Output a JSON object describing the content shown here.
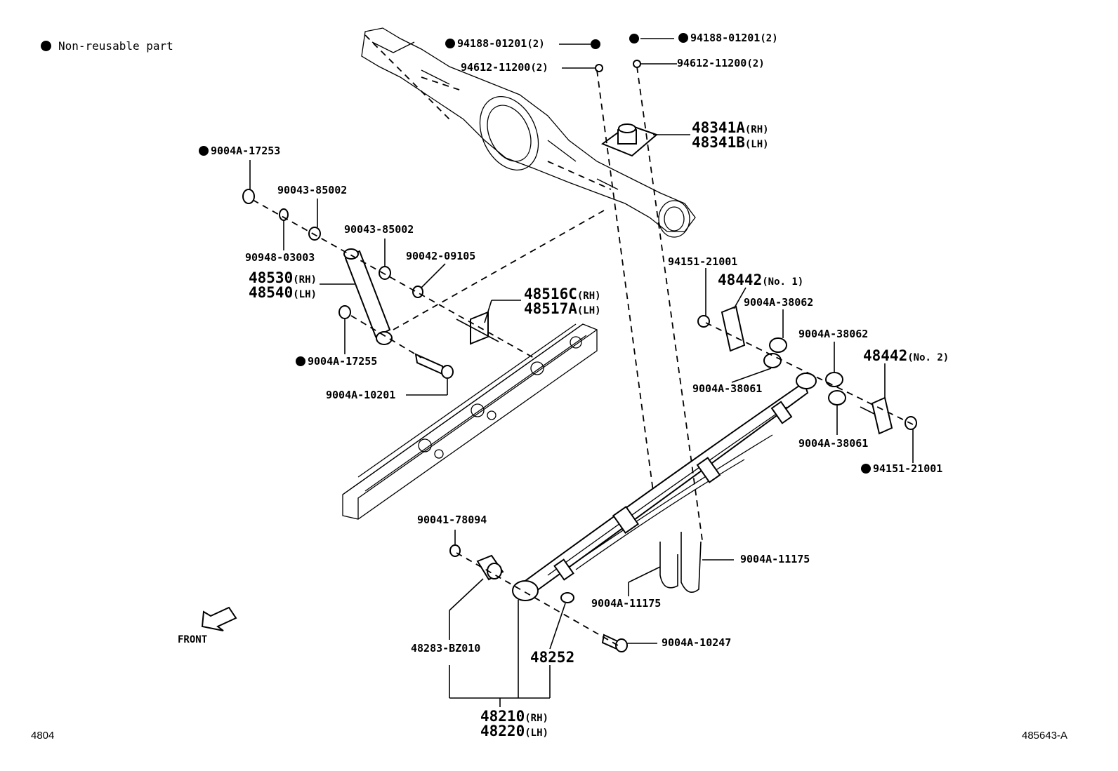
{
  "legend": {
    "text": "Non-reusable part",
    "symbol": "filled-circle"
  },
  "labels": [
    {
      "id": "l1",
      "part": "94188-01201",
      "suffix": "(2)",
      "nonreusable": true
    },
    {
      "id": "l2",
      "part": "94612-11200",
      "suffix": "(2)",
      "nonreusable": false
    },
    {
      "id": "l3",
      "part": "94188-01201",
      "suffix": "(2)",
      "nonreusable": true
    },
    {
      "id": "l4",
      "part": "94612-11200",
      "suffix": "(2)",
      "nonreusable": false
    },
    {
      "id": "l5",
      "part": "48341A",
      "suffix": "(RH)",
      "nonreusable": false
    },
    {
      "id": "l6",
      "part": "48341B",
      "suffix": "(LH)",
      "nonreusable": false
    },
    {
      "id": "l7",
      "part": "9004A-17253",
      "suffix": "",
      "nonreusable": true
    },
    {
      "id": "l8",
      "part": "90043-85002",
      "suffix": "",
      "nonreusable": false
    },
    {
      "id": "l9",
      "part": "90043-85002",
      "suffix": "",
      "nonreusable": false
    },
    {
      "id": "l10",
      "part": "90948-03003",
      "suffix": "",
      "nonreusable": false
    },
    {
      "id": "l11",
      "part": "90042-09105",
      "suffix": "",
      "nonreusable": false
    },
    {
      "id": "l12",
      "part": "48530",
      "suffix": "(RH)",
      "nonreusable": false
    },
    {
      "id": "l13",
      "part": "48540",
      "suffix": "(LH)",
      "nonreusable": false
    },
    {
      "id": "l14",
      "part": "48516C",
      "suffix": "(RH)",
      "nonreusable": false
    },
    {
      "id": "l15",
      "part": "48517A",
      "suffix": "(LH)",
      "nonreusable": false
    },
    {
      "id": "l16",
      "part": "9004A-17255",
      "suffix": "",
      "nonreusable": true
    },
    {
      "id": "l17",
      "part": "9004A-10201",
      "suffix": "",
      "nonreusable": false
    },
    {
      "id": "l18",
      "part": "94151-21001",
      "suffix": "",
      "nonreusable": false
    },
    {
      "id": "l19",
      "part": "48442",
      "suffix": "(No. 1)",
      "nonreusable": false
    },
    {
      "id": "l20",
      "part": "9004A-38062",
      "suffix": "",
      "nonreusable": false
    },
    {
      "id": "l21",
      "part": "9004A-38062",
      "suffix": "",
      "nonreusable": false
    },
    {
      "id": "l22",
      "part": "48442",
      "suffix": "(No. 2)",
      "nonreusable": false
    },
    {
      "id": "l23",
      "part": "9004A-38061",
      "suffix": "",
      "nonreusable": false
    },
    {
      "id": "l24",
      "part": "9004A-38061",
      "suffix": "",
      "nonreusable": false
    },
    {
      "id": "l25",
      "part": "94151-21001",
      "suffix": "",
      "nonreusable": true
    },
    {
      "id": "l26",
      "part": "90041-78094",
      "suffix": "",
      "nonreusable": false
    },
    {
      "id": "l27",
      "part": "9004A-11175",
      "suffix": "",
      "nonreusable": false
    },
    {
      "id": "l28",
      "part": "9004A-11175",
      "suffix": "",
      "nonreusable": false
    },
    {
      "id": "l29",
      "part": "9004A-10247",
      "suffix": "",
      "nonreusable": false
    },
    {
      "id": "l30",
      "part": "48283-BZ010",
      "suffix": "",
      "nonreusable": false
    },
    {
      "id": "l31",
      "part": "48252",
      "suffix": "",
      "nonreusable": false
    },
    {
      "id": "l32",
      "part": "48210",
      "suffix": "(RH)",
      "nonreusable": false
    },
    {
      "id": "l33",
      "part": "48220",
      "suffix": "(LH)",
      "nonreusable": false
    }
  ],
  "front_label": "FRONT",
  "figure_number": "4804",
  "illustration_code": "485643-A"
}
